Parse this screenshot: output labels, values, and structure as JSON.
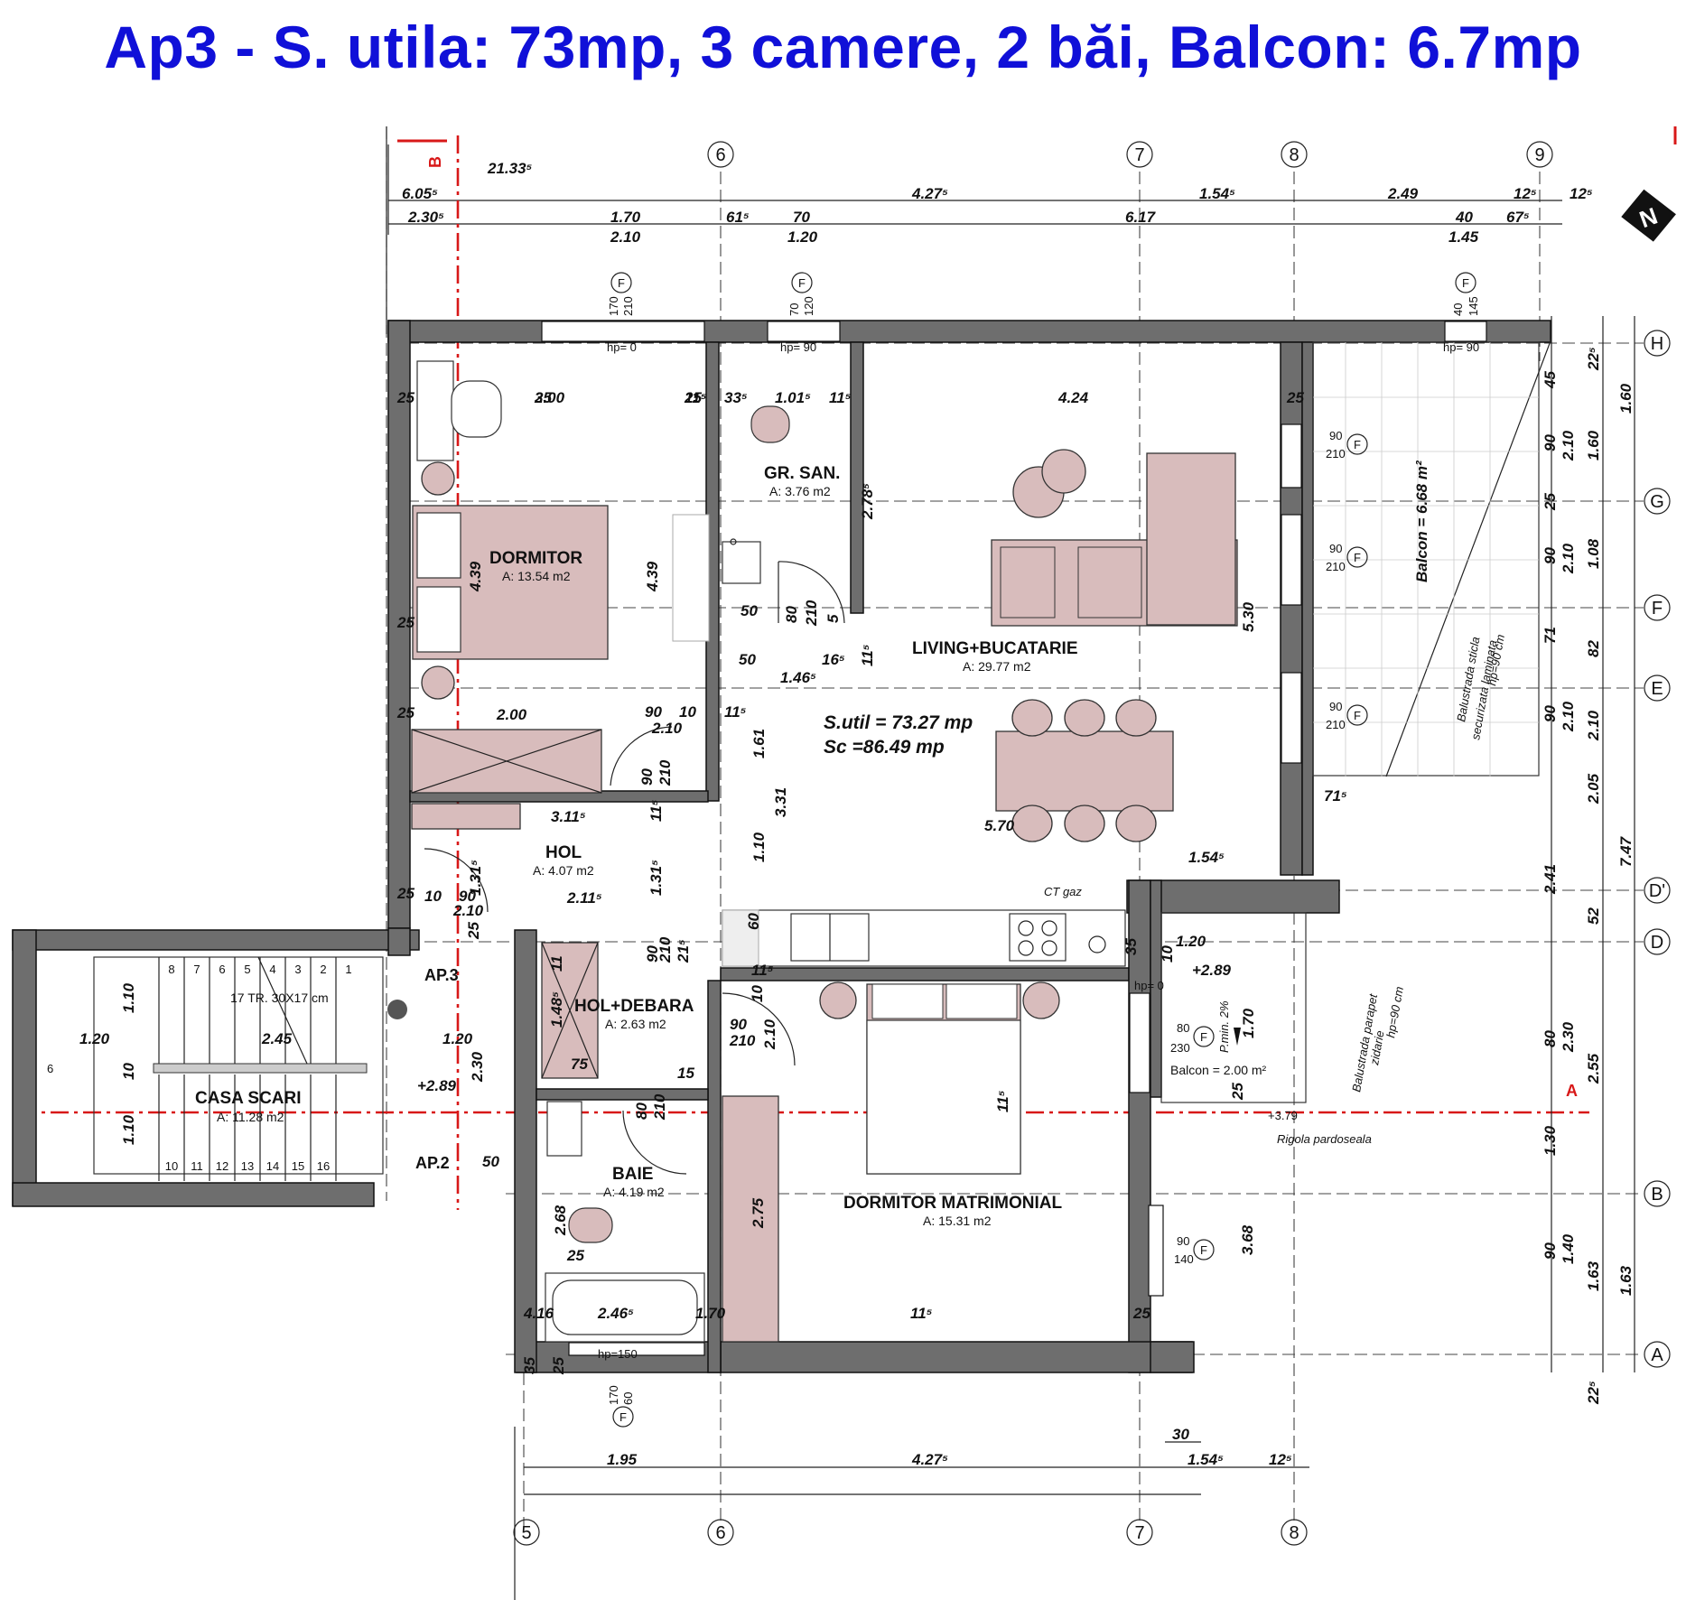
{
  "headline": "Ap3 - S. utila: 73mp, 3 camere, 2 băi, Balcon: 6.7mp",
  "axes": {
    "top": [
      "6",
      "7",
      "8",
      "9"
    ],
    "bottom": [
      "5",
      "6",
      "7",
      "8"
    ],
    "right": [
      "H",
      "G",
      "F",
      "E",
      "D'",
      "D",
      "B",
      "A"
    ]
  },
  "section_marks": {
    "vertical": "B",
    "horizontal": "A"
  },
  "north": "N",
  "rooms": {
    "dormitor": {
      "name": "DORMITOR",
      "area": "A: 13.54 m2"
    },
    "gr_san": {
      "name": "GR. SAN.",
      "area": "A: 3.76 m2"
    },
    "living": {
      "name": "LIVING+BUCATARIE",
      "area": "A: 29.77 m2"
    },
    "hol": {
      "name": "HOL",
      "area": "A: 4.07 m2"
    },
    "hol_debara": {
      "name": "HOL+DEBARA",
      "area": "A: 2.63 m2"
    },
    "baie": {
      "name": "BAIE",
      "area": "A: 4.19 m2"
    },
    "dormitor_mat": {
      "name": "DORMITOR MATRIMONIAL",
      "area": "A: 15.31 m2"
    },
    "casa_scari": {
      "name": "CASA SCARI",
      "area": "A: 11.28 m2",
      "flight": "17 TR. 30X17 cm"
    }
  },
  "totals": {
    "util": "S.util = 73.27 mp",
    "sc": "Sc =86.49 mp"
  },
  "balcony": {
    "main_area": "Balcon = 6.68 m²",
    "main_note": [
      "Balustrada sticla",
      "securizata laminata",
      "hp=90 cm"
    ],
    "small_area": "Balcon = 2.00 m²",
    "small_note": [
      "Balustrada parapet",
      "zidarie",
      "hp=90 cm"
    ],
    "slope": "P.min. 2%",
    "level1": "+2.89",
    "level2": "+3.79",
    "drain": "Rigola pardoseala"
  },
  "stair": {
    "steps_top": [
      "8",
      "7",
      "6",
      "5",
      "4",
      "3",
      "2",
      "1"
    ],
    "steps_bottom": [
      "10",
      "11",
      "12",
      "13",
      "14",
      "15",
      "16"
    ],
    "level": "+2.89",
    "ap3": "AP.3",
    "ap2": "AP.2",
    "left_num": "6",
    "dims": [
      "1.20",
      "2.45",
      "1.20",
      "1.10",
      "1.10",
      "10",
      "2.30",
      "50"
    ]
  },
  "misc": {
    "ct_gaz": "CT gaz"
  },
  "dims_top": {
    "r1": [
      "21.33⁵"
    ],
    "r2": [
      "6.05⁵",
      "4.27⁵",
      "1.54⁵",
      "2.49",
      "12⁵",
      "12⁵"
    ],
    "r3": [
      "2.30⁵",
      "1.70",
      "2.10",
      "61⁵",
      "70",
      "1.20",
      "6.17",
      "40",
      "1.45",
      "67⁵"
    ]
  },
  "dims_bottom": {
    "r1": [
      "30"
    ],
    "r2": [
      "1.95",
      "4.27⁵",
      "1.54⁵",
      "12⁵"
    ]
  },
  "dims_right": {
    "c1": [
      "22⁵",
      "45",
      "90",
      "25",
      "90",
      "71",
      "90",
      "2.41",
      "52",
      "80",
      "1.30",
      "90",
      "22⁵"
    ],
    "c2": [
      "2.10",
      "2.10",
      "2.10",
      "2.05",
      "2.30",
      "1.40"
    ],
    "c3": [
      "1.60",
      "1.60",
      "1.08",
      "82",
      "2.10",
      "7.47",
      "2.55",
      "1.63",
      "1.63"
    ]
  },
  "windows": [
    {
      "label": "F",
      "w": "170",
      "h": "210"
    },
    {
      "label": "F",
      "w": "70",
      "h": "120"
    },
    {
      "label": "F",
      "w": "40",
      "h": "145"
    },
    {
      "label": "F",
      "w": "90",
      "h": "210"
    },
    {
      "label": "F",
      "w": "90",
      "h": "210"
    },
    {
      "label": "F",
      "w": "90",
      "h": "210"
    },
    {
      "label": "F",
      "w": "80",
      "h": "230"
    },
    {
      "label": "F",
      "w": "90",
      "h": "140"
    },
    {
      "label": "F",
      "w": "170",
      "h": "60"
    }
  ],
  "hp": {
    "a": "hp= 0",
    "b": "hp= 90",
    "c": "hp= 90",
    "d": "hp=150"
  },
  "interior_dims": [
    "3.00",
    "11⁵",
    "33⁵",
    "1.01⁵",
    "11⁵",
    "4.24",
    "25",
    "25",
    "25",
    "25",
    "4.39",
    "4.39",
    "2.78⁵",
    "50",
    "80",
    "210",
    "5",
    "50",
    "16⁵",
    "1.46⁵",
    "11⁵",
    "2.00",
    "90",
    "10",
    "11⁵",
    "2.10",
    "90",
    "210",
    "1.61",
    "3.31",
    "3.11⁵",
    "11⁵",
    "5.70",
    "1.54⁵",
    "71⁵",
    "5.30",
    "1.31⁵",
    "1.31⁵",
    "1.10",
    "2.11⁵",
    "10",
    "90",
    "2.10",
    "25",
    "25",
    "90",
    "210",
    "21⁵",
    "60",
    "11⁵",
    "10",
    "90",
    "210",
    "2.10",
    "15",
    "1.48⁵",
    "11",
    "75",
    "80",
    "210",
    "1.20",
    "10",
    "25",
    "1.70",
    "11⁵",
    "3.68",
    "2.75",
    "2.68",
    "2.46⁵",
    "1.70",
    "11⁵",
    "4.16",
    "25",
    "25",
    "35",
    "25",
    "35",
    "25",
    "25"
  ]
}
